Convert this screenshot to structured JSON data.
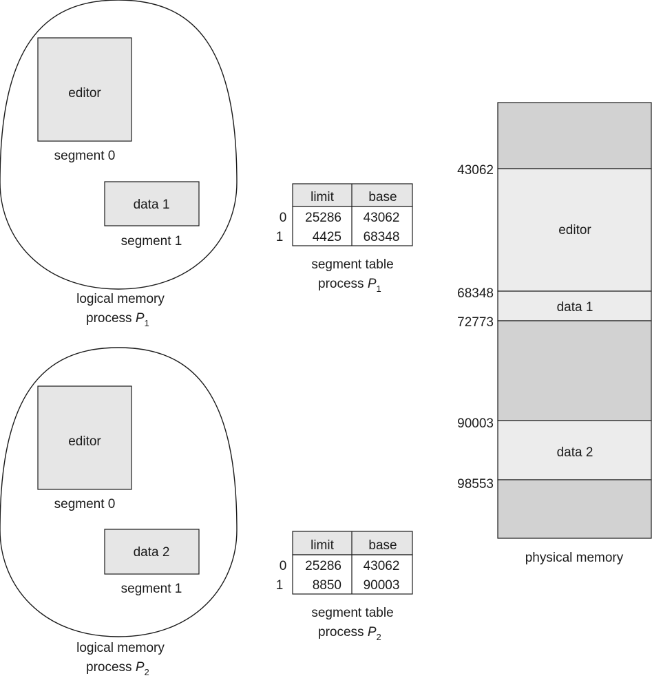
{
  "processes": [
    {
      "logical_memory": {
        "segments": [
          {
            "label": "editor",
            "caption": "segment 0"
          },
          {
            "label": "data 1",
            "caption": "segment 1"
          }
        ],
        "caption_line1": "logical memory",
        "caption_prefix": "process ",
        "caption_var": "P",
        "caption_sub": "1"
      },
      "segment_table": {
        "headers": [
          "limit",
          "base"
        ],
        "rows": [
          {
            "index": "0",
            "limit": "25286",
            "base": "43062"
          },
          {
            "index": "1",
            "limit": "4425",
            "base": "68348"
          }
        ],
        "caption_line1": "segment table",
        "caption_prefix": "process ",
        "caption_var": "P",
        "caption_sub": "1"
      }
    },
    {
      "logical_memory": {
        "segments": [
          {
            "label": "editor",
            "caption": "segment 0"
          },
          {
            "label": "data 2",
            "caption": "segment 1"
          }
        ],
        "caption_line1": "logical memory",
        "caption_prefix": "process ",
        "caption_var": "P",
        "caption_sub": "2"
      },
      "segment_table": {
        "headers": [
          "limit",
          "base"
        ],
        "rows": [
          {
            "index": "0",
            "limit": "25286",
            "base": "43062"
          },
          {
            "index": "1",
            "limit": "8850",
            "base": "90003"
          }
        ],
        "caption_line1": "segment table",
        "caption_prefix": "process ",
        "caption_var": "P",
        "caption_sub": "2"
      }
    }
  ],
  "physical_memory": {
    "caption": "physical memory",
    "addresses": [
      "43062",
      "68348",
      "72773",
      "90003",
      "98553"
    ],
    "regions": [
      {
        "label": "",
        "shade": "#d2d2d2"
      },
      {
        "label": "editor",
        "shade": "#ececec"
      },
      {
        "label": "data 1",
        "shade": "#ececec"
      },
      {
        "label": "",
        "shade": "#d2d2d2"
      },
      {
        "label": "data 2",
        "shade": "#ececec"
      },
      {
        "label": "",
        "shade": "#d2d2d2"
      }
    ]
  },
  "colors": {
    "segment_fill": "#e6e6e6",
    "table_header_fill": "#e6e6e6",
    "stroke": "#1a1a1a"
  }
}
